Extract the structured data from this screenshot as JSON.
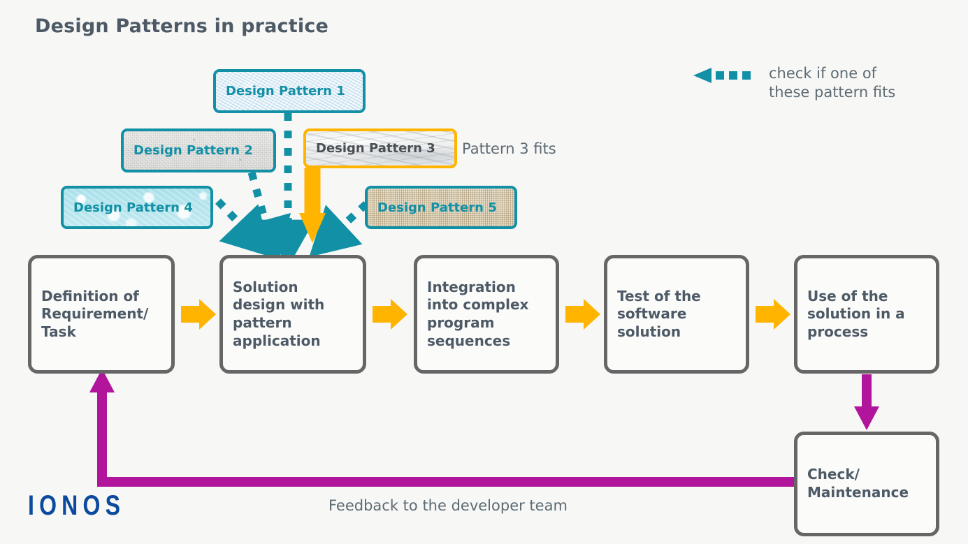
{
  "page": {
    "title": "Design Patterns in practice",
    "background_color": "#f7f7f6"
  },
  "colors": {
    "teal": "#1290a6",
    "amber": "#ffb400",
    "magenta": "#b0159b",
    "gray_border": "#666666",
    "text_dark": "#4d5a66",
    "text_muted": "#5d6b73",
    "ionos_blue": "#0b4a9e"
  },
  "patterns": [
    {
      "id": "pattern-1",
      "label": "Design Pattern 1",
      "texture": "mottled-light-blue",
      "accent": "#1290a6",
      "selected": false
    },
    {
      "id": "pattern-2",
      "label": "Design Pattern 2",
      "texture": "grainy-gray",
      "accent": "#1290a6",
      "selected": false
    },
    {
      "id": "pattern-3",
      "label": "Design Pattern 3",
      "texture": "marble-gray",
      "accent": "#ffb400",
      "selected": true
    },
    {
      "id": "pattern-4",
      "label": "Design Pattern 4",
      "texture": "water-droplets-cyan",
      "accent": "#1290a6",
      "selected": false
    },
    {
      "id": "pattern-5",
      "label": "Design Pattern 5",
      "texture": "burlap-tan",
      "accent": "#1290a6",
      "selected": false
    }
  ],
  "annotations": {
    "pattern_fits": "Pattern 3 fits",
    "feedback": "Feedback to the developer team"
  },
  "legend": {
    "icon": "dashed-arrow-left-icon",
    "line1": "check if one of",
    "line2": "these pattern fits",
    "color": "#1290a6"
  },
  "process": {
    "steps": [
      {
        "id": "step-definition",
        "lines": [
          "Definition of",
          "Requirement/",
          "Task"
        ]
      },
      {
        "id": "step-solution",
        "lines": [
          "Solution",
          "design with",
          "pattern",
          "application"
        ]
      },
      {
        "id": "step-integration",
        "lines": [
          "Integration",
          "into complex",
          "program",
          "sequences"
        ]
      },
      {
        "id": "step-test",
        "lines": [
          "Test of the",
          "software",
          "solution"
        ]
      },
      {
        "id": "step-use",
        "lines": [
          "Use of the",
          "solution in a",
          "process"
        ]
      }
    ],
    "connector_color": "#ffb400"
  },
  "maintenance": {
    "id": "step-check-maintenance",
    "lines": [
      "Check/",
      "Maintenance"
    ],
    "feedback_loop_color": "#b0159b"
  },
  "brand": {
    "logo_text": "IONOS",
    "logo_color": "#0b4a9e"
  }
}
